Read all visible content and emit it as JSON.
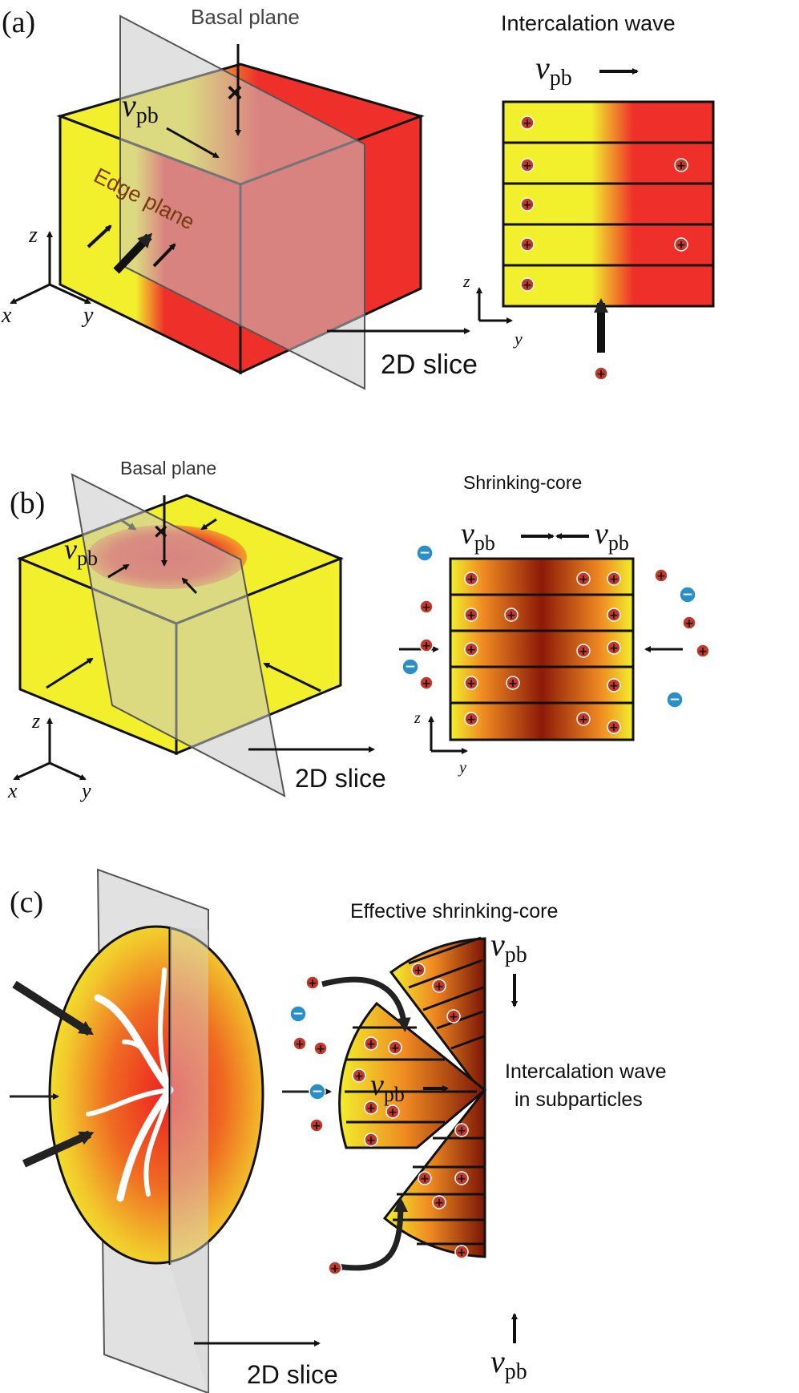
{
  "colors": {
    "yellow": "#f2ef2c",
    "red": "#ee2f2a",
    "dark_red": "#8c1a08",
    "orange": "#ef8a22",
    "ion_positive": "#c0392b",
    "ion_negative": "#2b8fc7"
  },
  "panel_a": {
    "label": "(a)",
    "basal_plane": "Basal plane",
    "edge_plane": "Edge plane",
    "velocity": "v",
    "velocity_sub": "pb",
    "axis_x": "x",
    "axis_y": "y",
    "axis_z": "z",
    "slice_label": "2D slice",
    "right_title": "Intercalation wave"
  },
  "panel_b": {
    "label": "(b)",
    "basal_plane": "Basal plane",
    "velocity": "v",
    "velocity_sub": "pb",
    "axis_x": "x",
    "axis_y": "y",
    "axis_z": "z",
    "slice_label": "2D slice",
    "right_title": "Shrinking-core"
  },
  "panel_c": {
    "label": "(c)",
    "right_title": "Effective shrinking-core",
    "velocity": "v",
    "velocity_sub": "pb",
    "wave_line1": "Intercalation wave",
    "wave_line2": "in subparticles",
    "slice_label": "2D slice"
  },
  "ion_symbols": {
    "positive": "+",
    "negative": "−"
  }
}
